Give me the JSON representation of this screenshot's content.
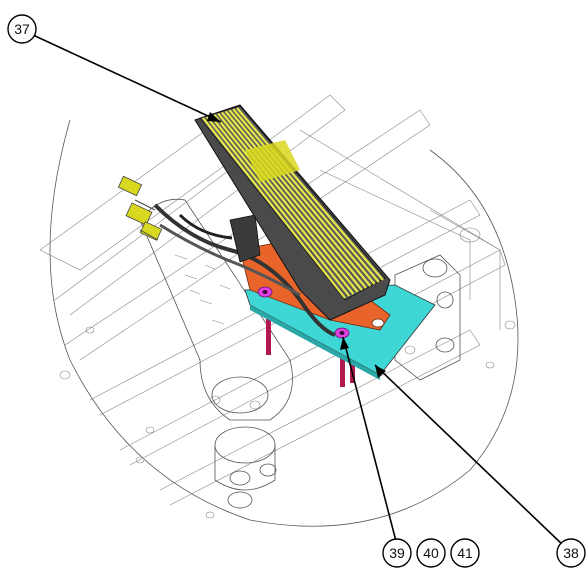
{
  "callouts": [
    {
      "id": "c37",
      "label": "37",
      "part": "accelerator-pedal"
    },
    {
      "id": "c38",
      "label": "38",
      "part": "mounting-plate"
    },
    {
      "id": "c39",
      "label": "39",
      "part": "fastener"
    },
    {
      "id": "c40",
      "label": "40",
      "part": "fastener"
    },
    {
      "id": "c41",
      "label": "41",
      "part": "fastener"
    }
  ],
  "colors": {
    "pedal_body": "#4a4a4a",
    "pedal_stripes": "#e6e84a",
    "mounting_plate": "#3fd6d6",
    "bracket": "#e8642a",
    "washer": "#e040e0",
    "studs": "#b01850",
    "connector": "#d8d820",
    "leader_line": "#000000"
  }
}
